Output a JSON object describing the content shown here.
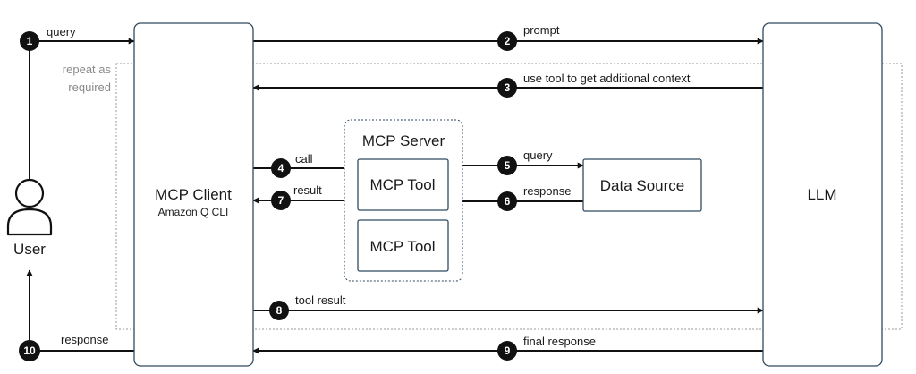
{
  "repeat_region": {
    "label_line1": "repeat as",
    "label_line2": "required"
  },
  "user": {
    "label": "User"
  },
  "mcp_client": {
    "title": "MCP Client",
    "subtitle": "Amazon Q CLI"
  },
  "mcp_server": {
    "title": "MCP Server",
    "tool1": "MCP Tool",
    "tool2": "MCP Tool"
  },
  "data_source": {
    "label": "Data Source"
  },
  "llm": {
    "label": "LLM"
  },
  "steps": [
    {
      "num": "1",
      "label": "query"
    },
    {
      "num": "2",
      "label": "prompt"
    },
    {
      "num": "3",
      "label": "use tool to get additional context"
    },
    {
      "num": "4",
      "label": "call"
    },
    {
      "num": "5",
      "label": "query"
    },
    {
      "num": "6",
      "label": "response"
    },
    {
      "num": "7",
      "label": "result"
    },
    {
      "num": "8",
      "label": "tool result"
    },
    {
      "num": "9",
      "label": "final response"
    },
    {
      "num": "10",
      "label": "response"
    }
  ]
}
